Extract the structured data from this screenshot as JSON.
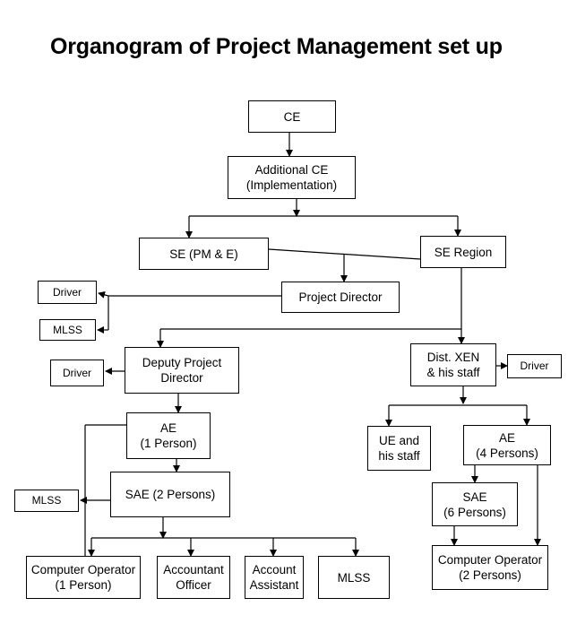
{
  "title": "Organogram of Project Management set up",
  "nodes": {
    "ce": "CE",
    "additional_ce": "Additional CE\n(Implementation)",
    "se_pm": "SE (PM & E)",
    "se_region": "SE Region",
    "project_director": "Project Director",
    "driver_pd": "Driver",
    "mlss_pd": "MLSS",
    "deputy_pd": "Deputy Project\nDirector",
    "driver_dpd": "Driver",
    "ae_left": "AE\n(1 Person)",
    "sae_left": "SAE (2 Persons)",
    "mlss_sae": "MLSS",
    "computer_operator_left": "Computer Operator\n(1 Person)",
    "accountant_officer": "Accountant\nOfficer",
    "account_assistant": "Account\nAssistant",
    "mlss_bottom": "MLSS",
    "dist_xen": "Dist. XEN\n& his staff",
    "driver_xen": "Driver",
    "ue_staff": "UE and\nhis staff",
    "ae_right": "AE\n(4 Persons)",
    "sae_right": "SAE\n(6 Persons)",
    "computer_operator_right": "Computer Operator\n(2 Persons)"
  }
}
